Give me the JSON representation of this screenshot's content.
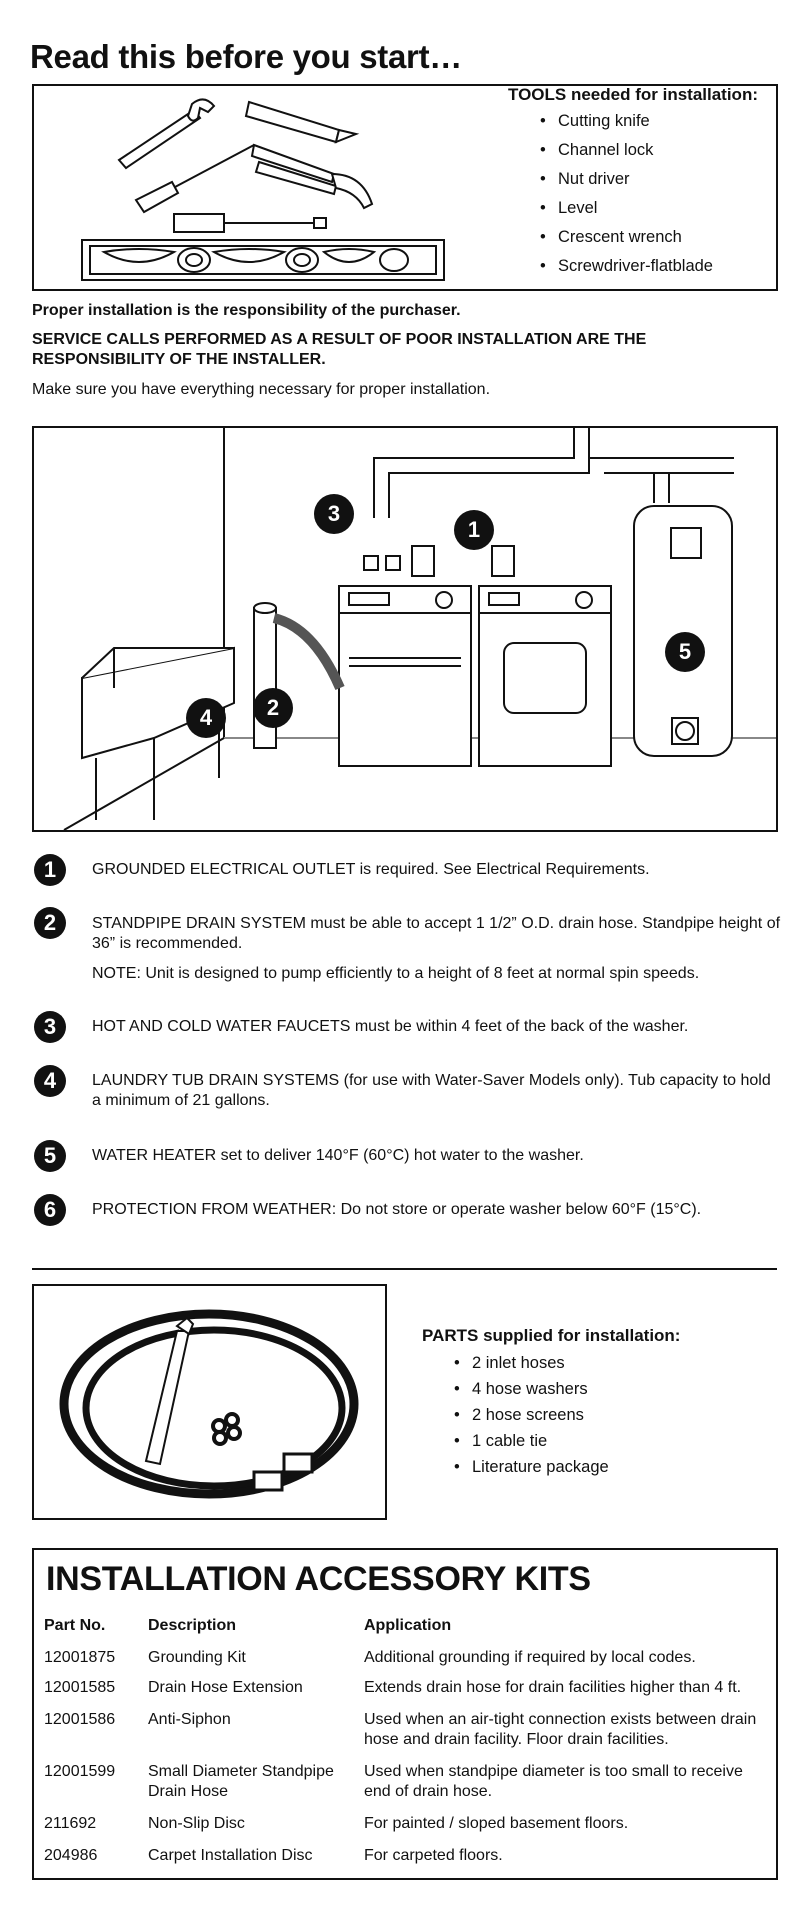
{
  "title": "Read this before you start…",
  "tools": {
    "heading": "TOOLS needed for installation:",
    "items": [
      "Cutting knife",
      "Channel lock",
      "Nut driver",
      "Level",
      "Crescent wrench",
      "Screwdriver-flatblade"
    ]
  },
  "notices": {
    "responsibility": "Proper installation is the responsibility of the purchaser.",
    "service_calls": "SERVICE CALLS PERFORMED AS A RESULT OF POOR INSTALLATION ARE THE RESPONSIBILITY OF THE INSTALLER.",
    "make_sure": "Make sure you have everything necessary for proper installation."
  },
  "diagram_labels": [
    "1",
    "2",
    "3",
    "4",
    "5"
  ],
  "requirements": [
    {
      "num": "1",
      "text": "GROUNDED ELECTRICAL OUTLET is required.  See Electrical Requirements."
    },
    {
      "num": "2",
      "text": "STANDPIPE DRAIN SYSTEM must be able to accept 1 1/2” O.D. drain hose.  Standpipe height of 36” is recommended.",
      "note": "NOTE:  Unit is designed to pump efficiently to a height of 8 feet at normal spin speeds."
    },
    {
      "num": "3",
      "text": "HOT AND COLD WATER FAUCETS must be within 4 feet of the back of the washer."
    },
    {
      "num": "4",
      "text": "LAUNDRY TUB DRAIN SYSTEMS (for use with Water-Saver Models only).  Tub capacity to hold a minimum of 21 gallons."
    },
    {
      "num": "5",
      "text": "WATER HEATER set to deliver 140°F (60°C) hot water to the washer."
    },
    {
      "num": "6",
      "text": "PROTECTION FROM WEATHER:  Do not store or operate washer below 60°F (15°C)."
    }
  ],
  "parts": {
    "heading": "PARTS supplied for installation:",
    "items": [
      "2 inlet hoses",
      "4 hose washers",
      "2 hose screens",
      "1 cable tie",
      "Literature package"
    ]
  },
  "kits": {
    "title": "INSTALLATION ACCESSORY KITS",
    "headers": {
      "part": "Part No.",
      "desc": "Description",
      "app": "Application"
    },
    "rows": [
      {
        "part": "12001875",
        "desc": "Grounding Kit",
        "app": "Additional grounding if required by local codes."
      },
      {
        "part": "12001585",
        "desc": "Drain Hose Extension",
        "app": "Extends drain hose for drain facilities higher than 4 ft."
      },
      {
        "part": "12001586",
        "desc": "Anti-Siphon",
        "app": "Used when an air-tight connection exists between drain hose and drain facility.  Floor drain facilities."
      },
      {
        "part": "12001599",
        "desc": "Small Diameter Standpipe Drain Hose",
        "app": "Used when standpipe diameter is too small to receive end of drain hose."
      },
      {
        "part": "211692",
        "desc": "Non-Slip Disc",
        "app": "For painted / sloped basement floors."
      },
      {
        "part": "204986",
        "desc": "Carpet Installation Disc",
        "app": "For carpeted floors."
      }
    ]
  }
}
